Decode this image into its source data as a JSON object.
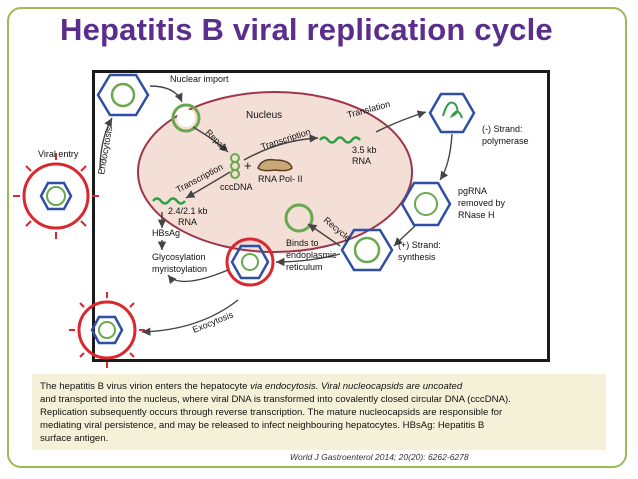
{
  "slide": {
    "title": "Hepatitis B viral replication cycle"
  },
  "diagram": {
    "labels": {
      "nuclear_import": "Nuclear import",
      "nucleus": "Nucleus",
      "viral_entry": "Viral entry",
      "endocytosis": "Endocytosis",
      "repair": "Repair",
      "transcription_upper": "Transcription",
      "translation": "Translation",
      "rna_35_size": "3.5 kb",
      "rna_35_label": "RNA",
      "transcription_lower": "Transcription",
      "cccdna": "cccDNA",
      "rna_pol": "RNA Pol- II",
      "rna_24_size": "2.4/2.1 kb",
      "rna_24_label": "RNA",
      "hbsag": "HBsAg",
      "glycosylation": "Glycosylation",
      "myristoylation": "myristoylation",
      "binds_to": "Binds to",
      "endoplasmic": "endoplasmic",
      "reticulum": "reticulum",
      "recycle": "Recycle",
      "minus_strand": "(-) Strand:",
      "polymerase": "polymerase",
      "pgrna": "pgRNA",
      "removed_by": "removed by",
      "rnase_h": "RNase H",
      "plus_strand": "(+) Strand:",
      "synthesis": "synthesis",
      "exocytosis": "Exocytosis",
      "plus_sign": "+"
    }
  },
  "caption": {
    "line1_a": "The hepatitis B virus virion enters the hepatocyte ",
    "line1_b": "via endocytosis. Viral nucleocapsids are uncoated",
    "line2": "and transported into the nucleus, where viral DNA is transformed into covalently closed circular DNA (cccDNA).",
    "line3": "Replication subsequently occurs through reverse transcription. The mature nucleocapsids are responsible for",
    "line4": "mediating viral persistence, and may be released to infect neighbouring hepatocytes. HBsAg: Hepatitis B",
    "line5": "surface antigen."
  },
  "reference": "World J Gastroenterol 2014; 20(20): 6262-6278",
  "colors": {
    "title": "#5b2d8c",
    "frame": "#9bbb59",
    "nucleus_fill": "#f3dfd6",
    "nucleus_stroke": "#a0344a",
    "hexagon": "#2e4fa3",
    "capsid_ring": "#6aa84f",
    "envelope": "#d9282f",
    "rna_wave": "#2f9e44",
    "caption_bg": "#f4f1d8"
  }
}
